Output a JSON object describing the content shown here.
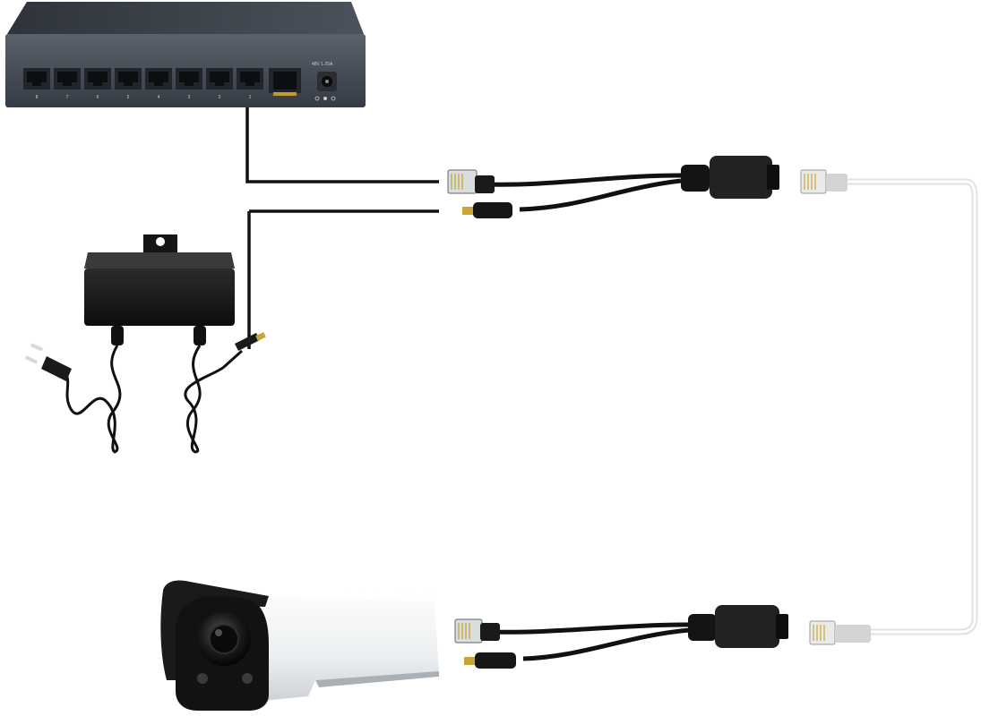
{
  "diagram": {
    "components": [
      {
        "id": "switch",
        "kind": "network-switch",
        "ports": [
          "8",
          "7",
          "6",
          "5",
          "4",
          "3",
          "2",
          "1"
        ],
        "uplink_port": "uplink",
        "power_label": "48V 1.25A"
      },
      {
        "id": "power_adapter",
        "kind": "ac-power-adapter"
      },
      {
        "id": "poe_injector_splitter",
        "kind": "poe-y-cable"
      },
      {
        "id": "ethernet_cable",
        "kind": "rj45-patch-cable"
      },
      {
        "id": "poe_splitter",
        "kind": "poe-y-cable"
      },
      {
        "id": "ip_camera",
        "kind": "bullet-camera"
      }
    ],
    "connections": [
      {
        "from": "switch",
        "to": "poe_injector_splitter",
        "medium": "ethernet"
      },
      {
        "from": "power_adapter",
        "to": "poe_injector_splitter",
        "medium": "dc-power"
      },
      {
        "from": "poe_injector_splitter",
        "to": "ethernet_cable",
        "medium": "rj45"
      },
      {
        "from": "ethernet_cable",
        "to": "poe_splitter",
        "medium": "rj45"
      },
      {
        "from": "poe_splitter",
        "to": "ip_camera",
        "medium": "ethernet+dc"
      }
    ],
    "colors": {
      "switch_body": "#3f4650",
      "cable_black": "#111111",
      "cable_white": "#e6e6e6",
      "camera_body": "#f2f2f2",
      "camera_hood": "#1a1a1a"
    }
  }
}
